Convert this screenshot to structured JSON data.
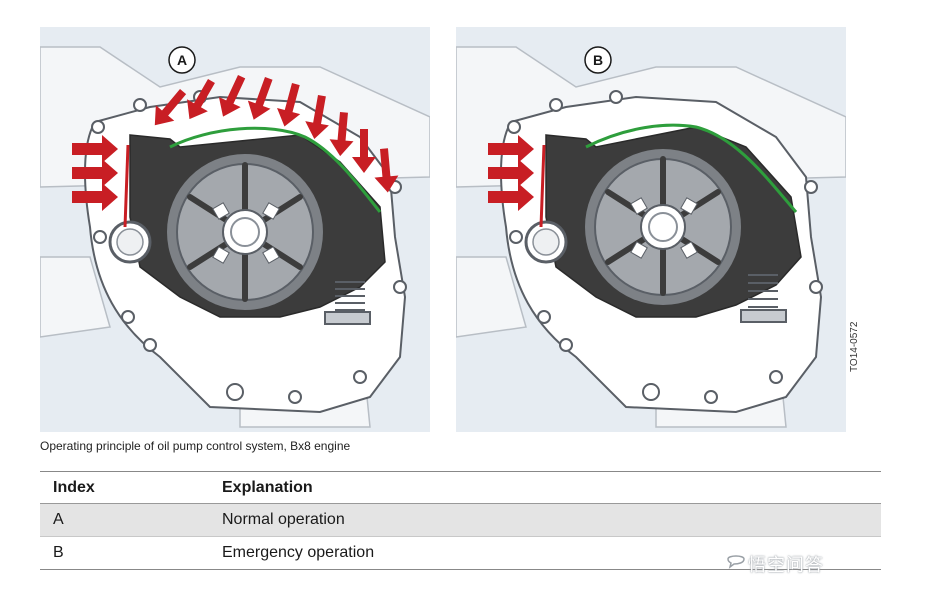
{
  "figure": {
    "panel_a_label": "A",
    "panel_b_label": "B",
    "doc_code": "TO14-0572",
    "caption": "Operating principle of oil pump control system, Bx8 engine"
  },
  "table": {
    "headers": [
      "Index",
      "Explanation"
    ],
    "rows": [
      {
        "index": "A",
        "explanation": "Normal operation"
      },
      {
        "index": "B",
        "explanation": "Emergency operation"
      }
    ]
  },
  "watermark": {
    "text": "悟空问答",
    "icon": "chat-bubble-icon"
  },
  "colors": {
    "pressure_arrow": "#c81e24",
    "seal_line": "#2e9e3c",
    "housing": "#3c3c3c",
    "rotor": "#a4a8ad",
    "background": "#e6ecf2"
  }
}
